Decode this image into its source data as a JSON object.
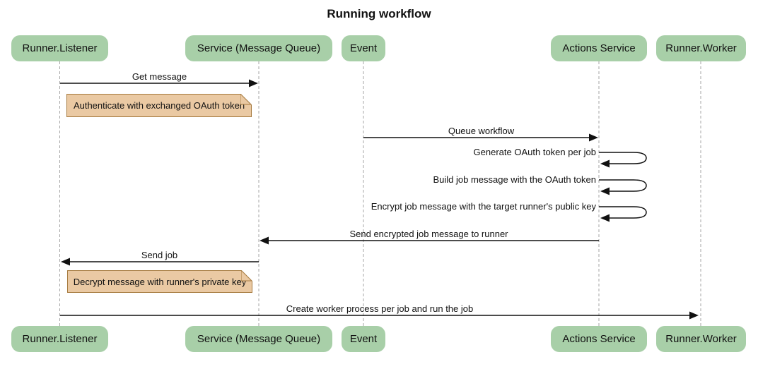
{
  "title": "Running workflow",
  "colors": {
    "actor_fill": "#a8cfa8",
    "note_fill": "#eac9a3",
    "note_border": "#a5793d",
    "lifeline": "#a6a6a6",
    "line": "#111111",
    "text": "#111111",
    "background": "#ffffff"
  },
  "actors": [
    {
      "id": "runner-listener",
      "label": "Runner.Listener"
    },
    {
      "id": "service-message-queue",
      "label": "Service (Message Queue)"
    },
    {
      "id": "event",
      "label": "Event"
    },
    {
      "id": "actions-service",
      "label": "Actions Service"
    },
    {
      "id": "runner-worker",
      "label": "Runner.Worker"
    }
  ],
  "messages": [
    {
      "label": "Get message",
      "from": "Runner.Listener",
      "to": "Service (Message Queue)",
      "type": "solid-arrow"
    },
    {
      "label": "Queue workflow",
      "from": "Event",
      "to": "Actions Service",
      "type": "solid-arrow"
    },
    {
      "label": "Generate OAuth token per job",
      "from": "Actions Service",
      "to": "Actions Service",
      "type": "self-loop"
    },
    {
      "label": "Build job message with the OAuth token",
      "from": "Actions Service",
      "to": "Actions Service",
      "type": "self-loop"
    },
    {
      "label": "Encrypt job message with the target runner's public key",
      "from": "Actions Service",
      "to": "Actions Service",
      "type": "self-loop"
    },
    {
      "label": "Send encrypted job message to runner",
      "from": "Actions Service",
      "to": "Service (Message Queue)",
      "type": "solid-arrow"
    },
    {
      "label": "Send job",
      "from": "Service (Message Queue)",
      "to": "Runner.Listener",
      "type": "solid-arrow"
    },
    {
      "label": "Create worker process per job and run the job",
      "from": "Runner.Listener",
      "to": "Runner.Worker",
      "type": "solid-arrow"
    }
  ],
  "notes": [
    {
      "label": "Authenticate with exchanged OAuth token",
      "anchor": "Runner.Listener"
    },
    {
      "label": "Decrypt message with runner's private key",
      "anchor": "Runner.Listener"
    }
  ]
}
